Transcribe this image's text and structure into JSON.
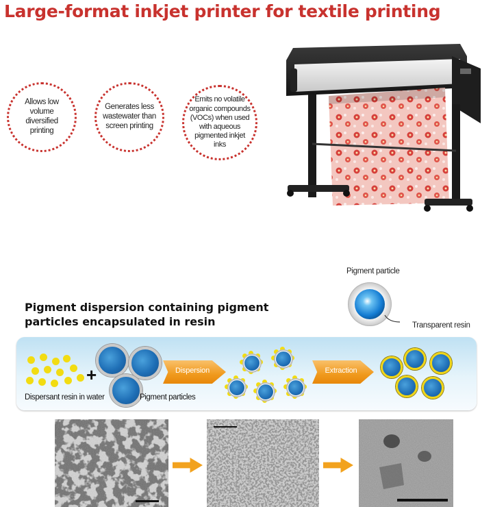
{
  "header": {
    "title": "Large-format inkjet printer for textile printing"
  },
  "benefits": [
    {
      "text": "Allows low volume diversified printing"
    },
    {
      "text": "Generates less wastewater than screen printing"
    },
    {
      "text": "Emits no volatile organic compounds (VOCs) when used with aqueous pigmented inkjet inks"
    }
  ],
  "legend": {
    "pigment_particle": "Pigment particle",
    "transparent_resin": "Transparent resin"
  },
  "process": {
    "title": "Pigment dispersion containing pigment particles encapsulated in resin",
    "dispersant_label": "Dispersant resin in water",
    "plus": "+",
    "pigment_label": "Pigment particles",
    "step1": "Dispersion",
    "step2": "Extraction"
  },
  "colors": {
    "title_red": "#c8322e",
    "resin_yellow": "#f2dc12",
    "arrow_orange": "#f09a1e",
    "particle_blue": "#1f6fb6"
  }
}
